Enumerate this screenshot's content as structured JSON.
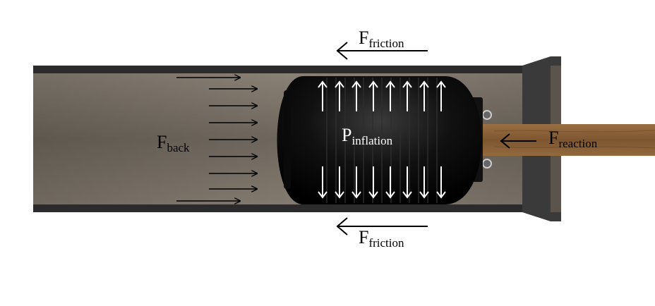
{
  "labels": {
    "friction_top": {
      "main": "F",
      "sub": "friction"
    },
    "friction_bottom": {
      "main": "F",
      "sub": "friction"
    },
    "back": {
      "main": "F",
      "sub": "back"
    },
    "inflation": {
      "main": "P",
      "sub": "inflation"
    },
    "reaction": {
      "main": "F",
      "sub": "reaction"
    }
  },
  "colors": {
    "pipe_wall": "#2b2b2b",
    "pipe_interior": "#7a7166",
    "plug_body": "#0d0d0d",
    "rod_wood": "#8a6238",
    "arrow_black": "#000000",
    "arrow_white": "#ffffff",
    "flange": "#3a3a3a"
  }
}
